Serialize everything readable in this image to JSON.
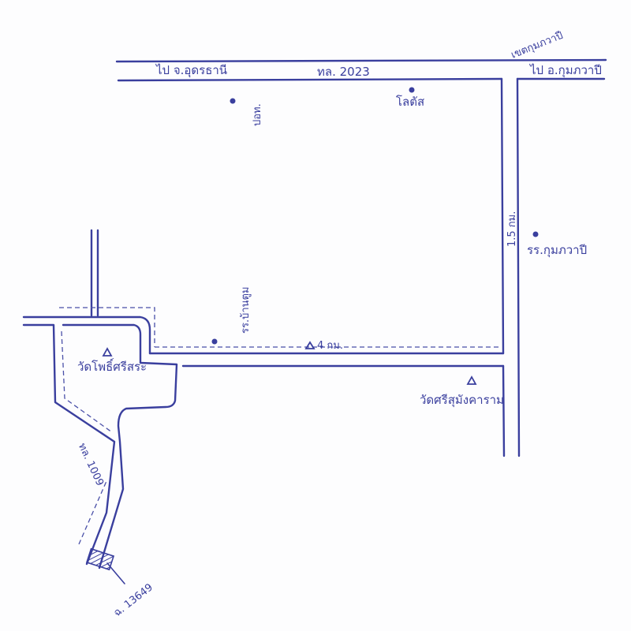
{
  "colors": {
    "ink": "#3a3f9e",
    "paper": "#fdfdfe"
  },
  "labels": {
    "to_udon": "ไป จ.อุดรธานี",
    "highway": "ทล. 2023",
    "to_kumphawapi": "ไป อ.กุมภวาปี",
    "kumphawapi_region": "เขตกุมภวาปี",
    "police": "ปอท.",
    "lotus": "โลตัส",
    "distance_east": "1.5 กม.",
    "school_kumphawapi": "รร.กุมภวาปี",
    "school_ban_tum": "รร.บ้านตูม",
    "distance_south": "4 กม.",
    "wat_phochisa": "วัดโพธิ์ศรีสระ",
    "wat_srisumangaram": "วัดศรีสุมังคาราม",
    "road_1009": "ทล. 1009",
    "parcel": "ฉ. 13649"
  },
  "legend_icons": [
    "school-dot-icon",
    "temple-triangle-icon",
    "parcel-hatched-icon"
  ]
}
